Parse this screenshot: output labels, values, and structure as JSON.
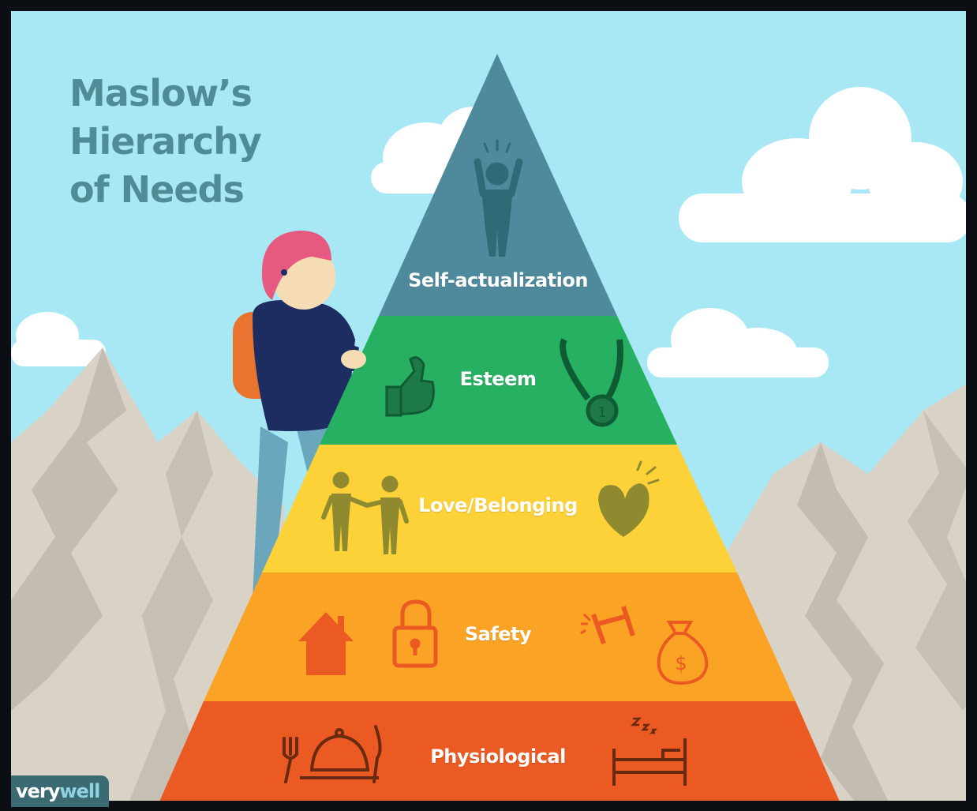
{
  "title": {
    "line1": "Maslow’s",
    "line2": "Hierarchy",
    "line3": "of Needs"
  },
  "tiers": [
    {
      "label": "Self-actualization",
      "color": "#4f8a9c",
      "icons": [
        "person-cheering-icon"
      ]
    },
    {
      "label": "Esteem",
      "color": "#27b061",
      "icons": [
        "thumbs-up-icon",
        "medal-icon"
      ]
    },
    {
      "label": "Love/Belonging",
      "color": "#fcd238",
      "icons": [
        "two-people-handshake-icon",
        "heart-icon"
      ]
    },
    {
      "label": "Safety",
      "color": "#fba325",
      "icons": [
        "house-icon",
        "padlock-icon",
        "dumbbell-icon",
        "money-bag-icon"
      ]
    },
    {
      "label": "Physiological",
      "color": "#ec5a23",
      "icons": [
        "fork-icon",
        "food-cloche-icon",
        "knife-icon",
        "sleep-zzz-icon",
        "bed-icon"
      ]
    }
  ],
  "brand": {
    "part1": "very",
    "part2": "well"
  },
  "colors": {
    "sky": "#a8e8f4",
    "title": "#4f8c96",
    "mountain": "#d9d2c6",
    "cloud": "#ffffff",
    "frame": "#0b0f14"
  }
}
